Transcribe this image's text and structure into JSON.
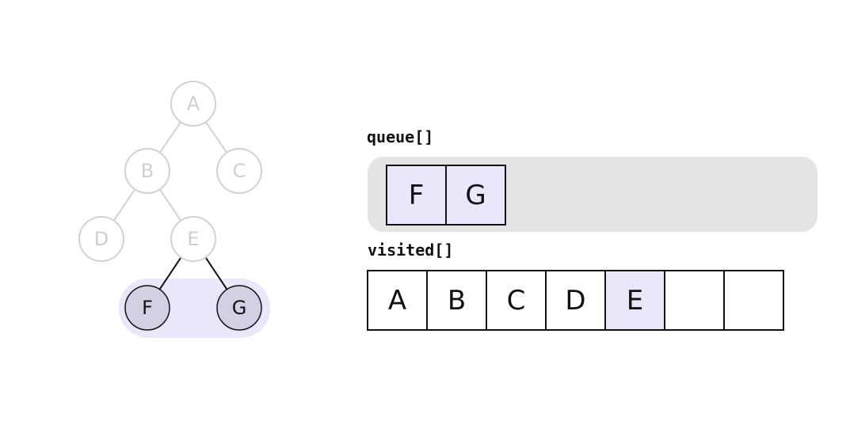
{
  "tree": {
    "nodes": [
      {
        "id": "A",
        "label": "A",
        "state": "faded"
      },
      {
        "id": "B",
        "label": "B",
        "state": "faded"
      },
      {
        "id": "C",
        "label": "C",
        "state": "faded"
      },
      {
        "id": "D",
        "label": "D",
        "state": "faded"
      },
      {
        "id": "E",
        "label": "E",
        "state": "faded"
      },
      {
        "id": "F",
        "label": "F",
        "state": "active"
      },
      {
        "id": "G",
        "label": "G",
        "state": "active"
      }
    ],
    "edges": [
      {
        "from": "A",
        "to": "B",
        "state": "faded"
      },
      {
        "from": "A",
        "to": "C",
        "state": "faded"
      },
      {
        "from": "B",
        "to": "D",
        "state": "faded"
      },
      {
        "from": "B",
        "to": "E",
        "state": "faded"
      },
      {
        "from": "E",
        "to": "F",
        "state": "active"
      },
      {
        "from": "E",
        "to": "G",
        "state": "active"
      }
    ]
  },
  "queue": {
    "label": "queue[]",
    "items": [
      "F",
      "G"
    ]
  },
  "visited": {
    "label": "visited[]",
    "slots": [
      "A",
      "B",
      "C",
      "D",
      "E",
      "",
      ""
    ],
    "highlighted": [
      4
    ]
  },
  "colors": {
    "faded_stroke": "#d2d2d2",
    "faded_text": "#cfcfcf",
    "active_fill": "#d4cfe3",
    "active_stroke": "#111111",
    "frontier_highlight": "#ebe7fa",
    "queue_track": "#e4e4e4",
    "cell_highlight": "#ebe7fa"
  }
}
